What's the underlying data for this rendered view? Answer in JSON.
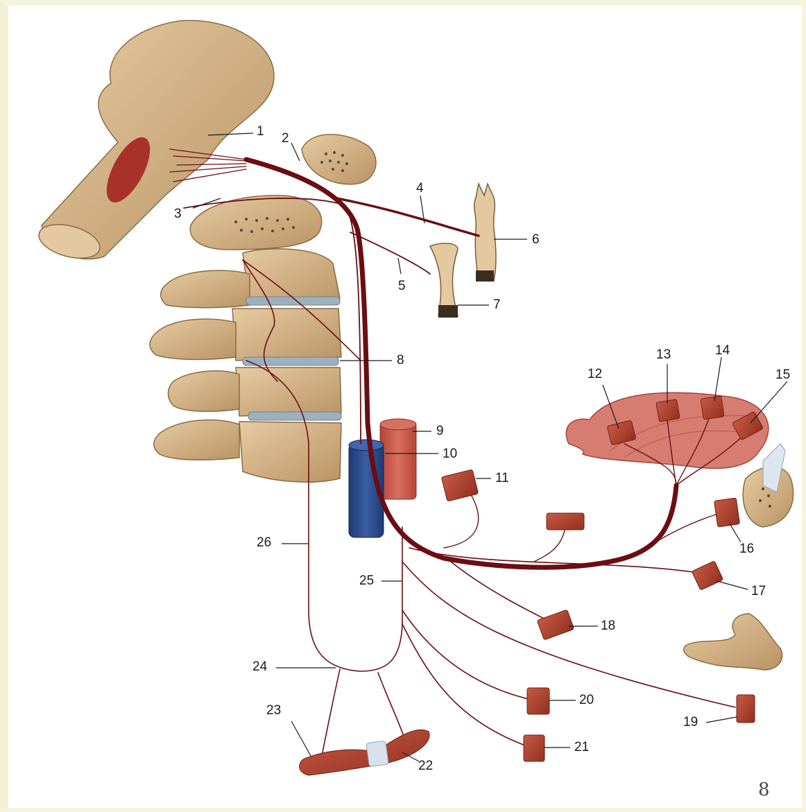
{
  "labels": {
    "l1": "1",
    "l2": "2",
    "l3": "3",
    "l4": "4",
    "l5": "5",
    "l6": "6",
    "l7": "7",
    "l8": "8",
    "l9": "9",
    "l10": "10",
    "l11": "11",
    "l12": "12",
    "l13": "13",
    "l14": "14",
    "l15": "15",
    "l16": "16",
    "l17": "17",
    "l18": "18",
    "l19": "19",
    "l20": "20",
    "l21": "21",
    "l22": "22",
    "l23": "23",
    "l24": "24",
    "l25": "25",
    "l26": "26"
  },
  "slide_number": "8",
  "colors": {
    "bone": "#d9b98c",
    "bone_shade": "#b58f5e",
    "muscle": "#b84a3a",
    "nerve": "#6b0d12",
    "vein": "#2d4a86",
    "artery": "#c8584a",
    "stomach": "#d87a72",
    "disc": "#9fb0bd"
  }
}
